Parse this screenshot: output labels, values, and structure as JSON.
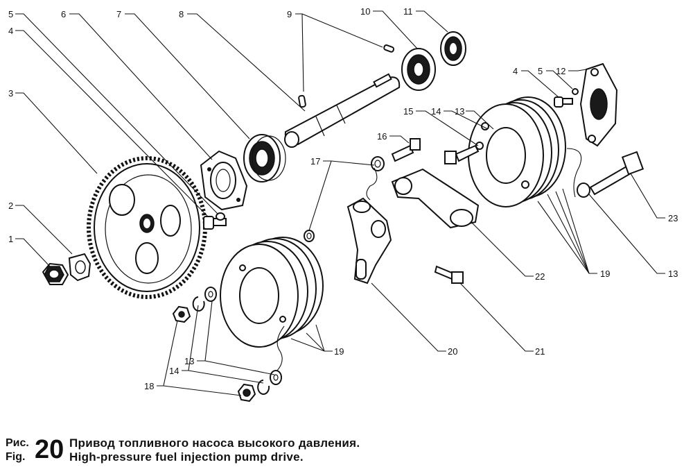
{
  "figure": {
    "prefix_ru": "Рис.",
    "prefix_en": "Fig.",
    "number": "20",
    "title_ru": "Привод топливного насоса высокого давления.",
    "title_en": "High-pressure fuel injection pump drive."
  },
  "labels": [
    {
      "id": "l1",
      "text": "1"
    },
    {
      "id": "l2",
      "text": "2"
    },
    {
      "id": "l3",
      "text": "3"
    },
    {
      "id": "l4a",
      "text": "4"
    },
    {
      "id": "l5a",
      "text": "5"
    },
    {
      "id": "l6",
      "text": "6"
    },
    {
      "id": "l7",
      "text": "7"
    },
    {
      "id": "l8",
      "text": "8"
    },
    {
      "id": "l9",
      "text": "9"
    },
    {
      "id": "l10",
      "text": "10"
    },
    {
      "id": "l11",
      "text": "11"
    },
    {
      "id": "l4b",
      "text": "4"
    },
    {
      "id": "l5b",
      "text": "5"
    },
    {
      "id": "l12",
      "text": "12"
    },
    {
      "id": "l15",
      "text": "15"
    },
    {
      "id": "l14a",
      "text": "14"
    },
    {
      "id": "l13a",
      "text": "13"
    },
    {
      "id": "l16",
      "text": "16"
    },
    {
      "id": "l17",
      "text": "17"
    },
    {
      "id": "l23",
      "text": "23"
    },
    {
      "id": "l22",
      "text": "22"
    },
    {
      "id": "l19a",
      "text": "19"
    },
    {
      "id": "l13b",
      "text": "13"
    },
    {
      "id": "l21",
      "text": "21"
    },
    {
      "id": "l20",
      "text": "20"
    },
    {
      "id": "l19b",
      "text": "19"
    },
    {
      "id": "l13c",
      "text": "13"
    },
    {
      "id": "l14b",
      "text": "14"
    },
    {
      "id": "l18",
      "text": "18"
    }
  ]
}
